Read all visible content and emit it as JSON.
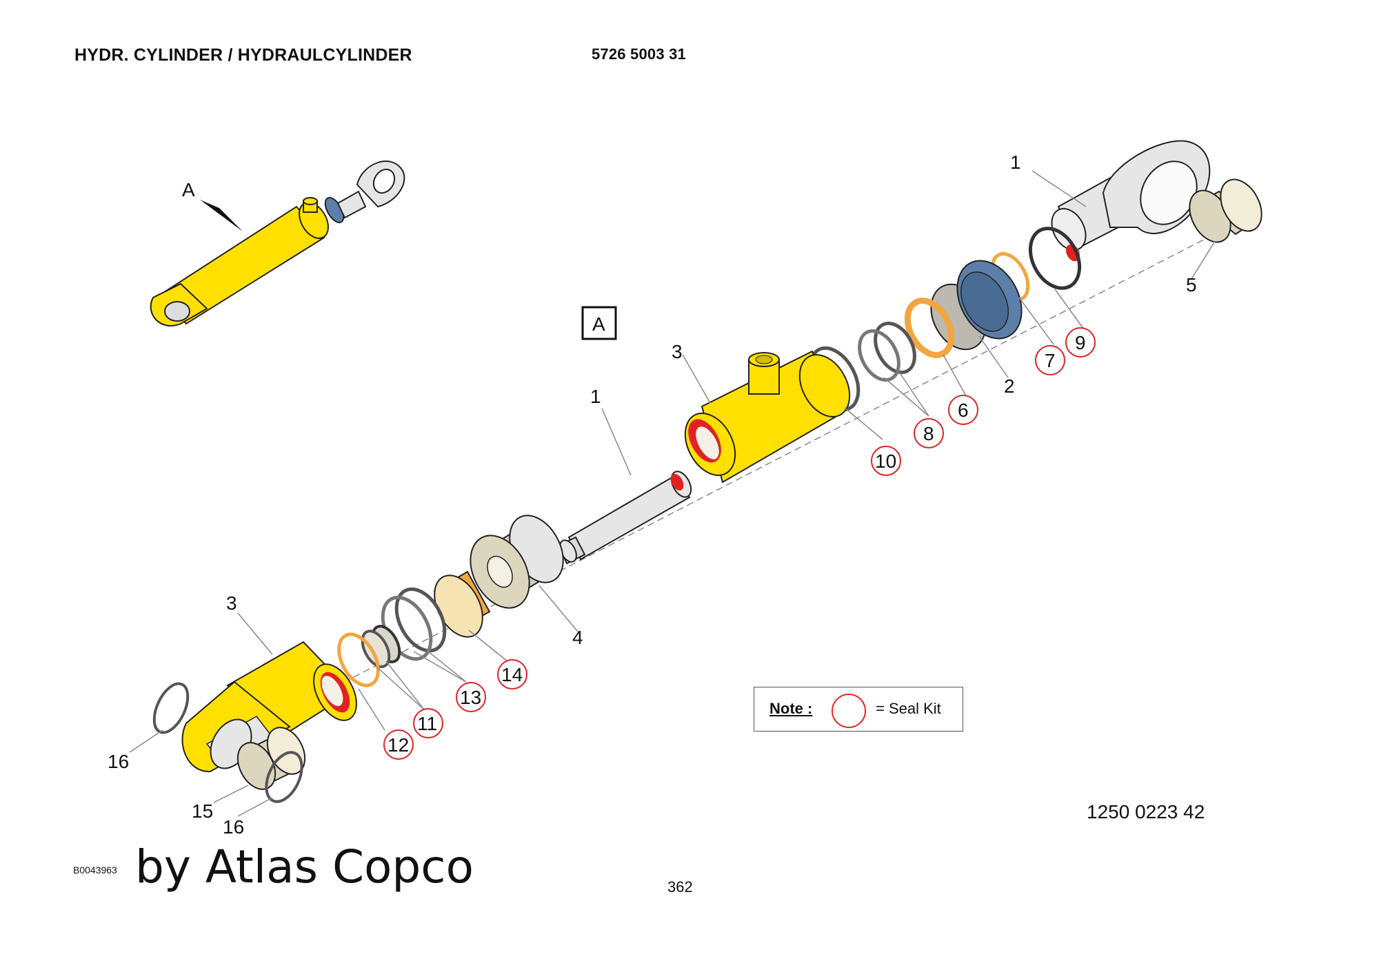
{
  "header": {
    "title": "HYDR. CYLINDER / HYDRAULCYLINDER",
    "part_number": "5726 5003 31"
  },
  "view_marker": "A",
  "detail_marker": "A",
  "callouts": {
    "c1_top": "1",
    "c5": "5",
    "c9": "9",
    "c7": "7",
    "c2": "2",
    "c6": "6",
    "c8": "8",
    "c10": "10",
    "c3_mid": "3",
    "c1_mid": "1",
    "c4": "4",
    "c14": "14",
    "c13": "13",
    "c11": "11",
    "c12": "12",
    "c3_low": "3",
    "c16_left": "16",
    "c15": "15",
    "c16_bottom": "16"
  },
  "note": {
    "label": "Note :",
    "text": "= Seal Kit"
  },
  "footer": {
    "drawing_number": "1250 0223 42",
    "image_id": "B0043963",
    "brand": "by Atlas Copco",
    "page_number": "362"
  },
  "colors": {
    "cylinder_yellow": "#ffe000",
    "seal_kit_red": "#e22222",
    "steel_gray": "#d9d9d9",
    "gland_blue": "#5b7fa8",
    "orange_ring": "#f2a640",
    "tan_bushing": "#ddd6bf"
  }
}
